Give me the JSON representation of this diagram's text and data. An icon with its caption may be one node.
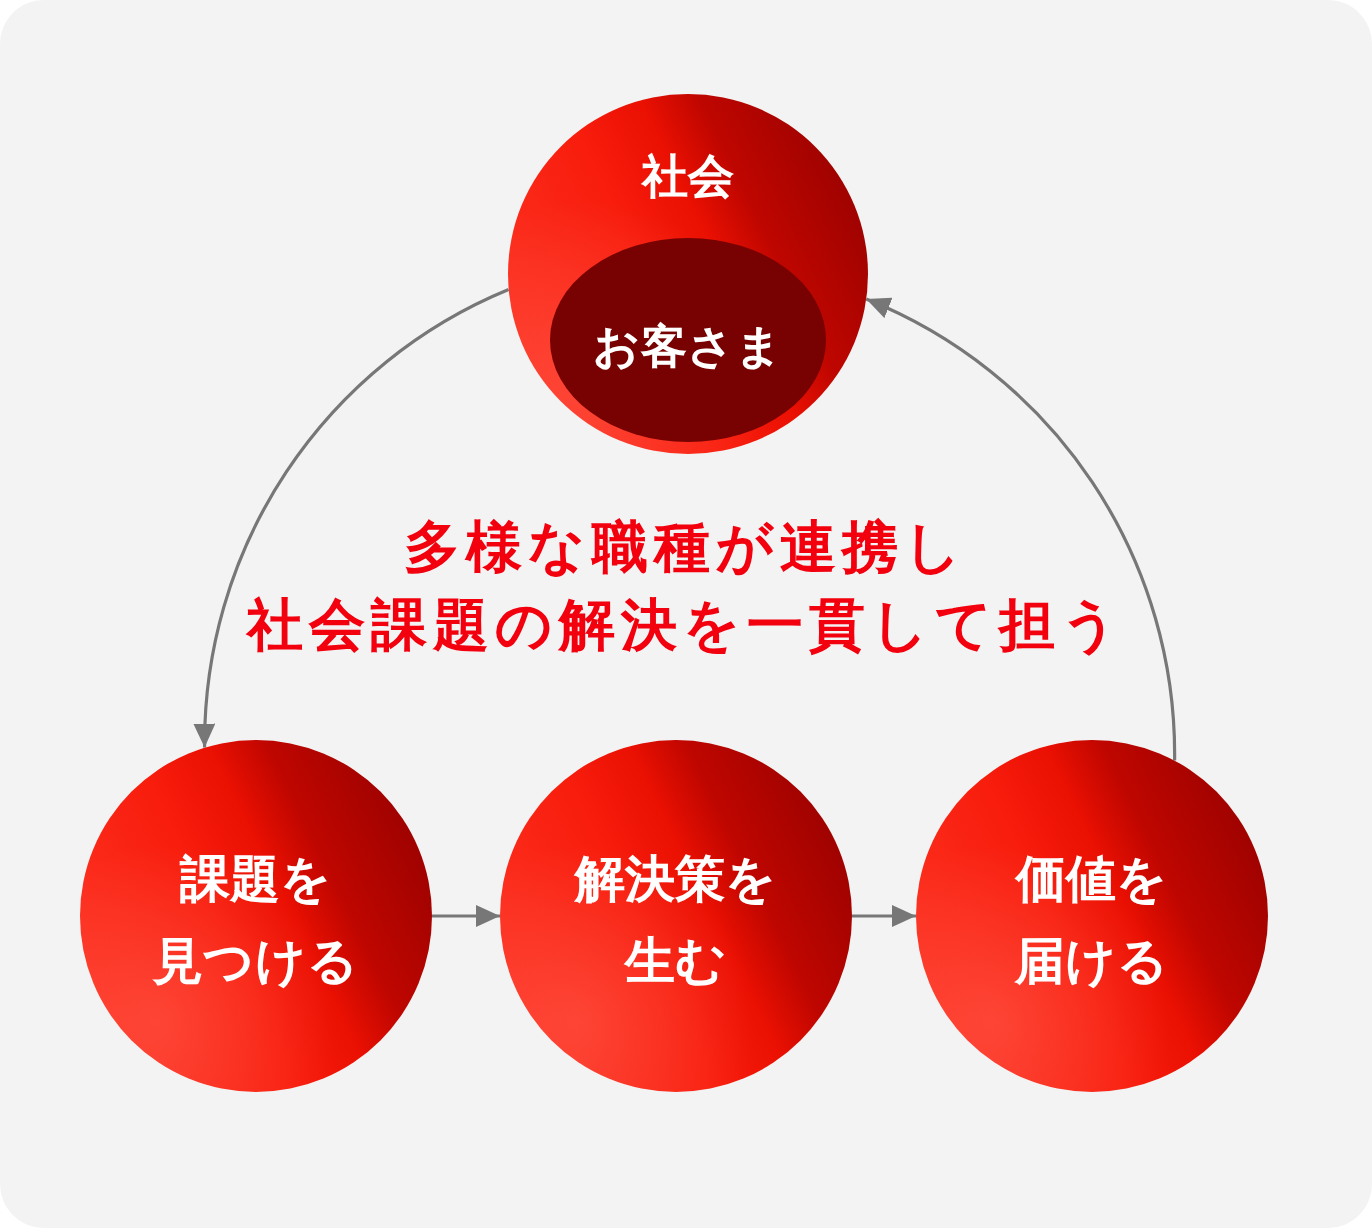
{
  "diagram": {
    "nodes": [
      {
        "text": [
          "社会"
        ]
      },
      {
        "text": [
          "お客さま"
        ],
        "in": 0
      },
      {
        "text": [
          "課題を見つける"
        ]
      },
      {
        "text": [
          "解決策を生む"
        ]
      },
      {
        "text": [
          "価値を届ける"
        ]
      }
    ],
    "edges": [
      {
        "from": 0,
        "to": 2,
        "arrow": "to"
      },
      {
        "from": 2,
        "to": 3,
        "arrow": "to"
      },
      {
        "from": 3,
        "to": 4,
        "arrow": "to"
      },
      {
        "from": 4,
        "to": 0,
        "arrow": "to"
      }
    ],
    "labels": [
      "多様な職種が連携し社会課題の解決を一貫して担う"
    ]
  }
}
